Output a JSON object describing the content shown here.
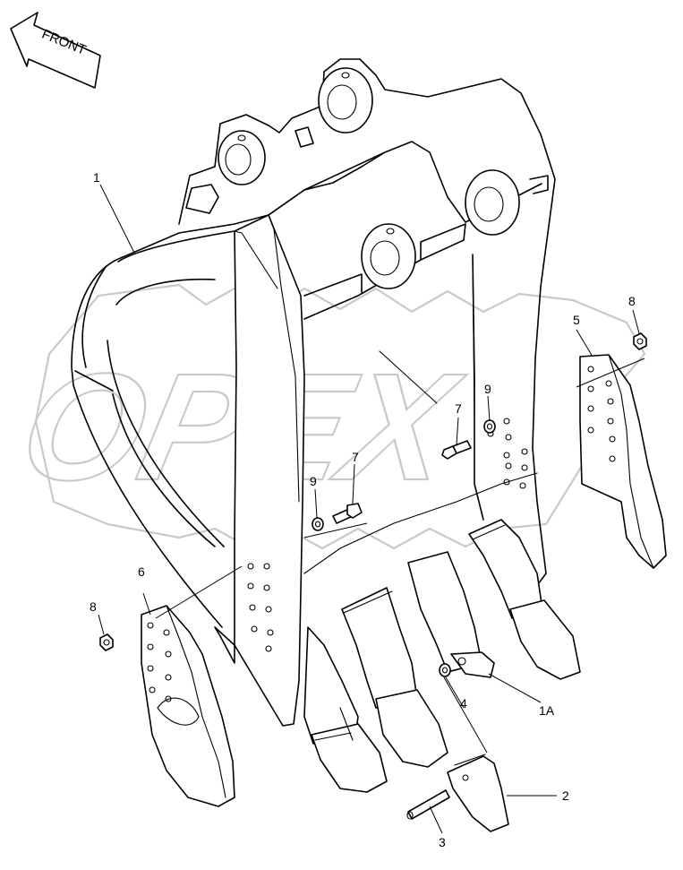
{
  "diagram": {
    "direction_label": "FRONT",
    "watermark": "OPEX",
    "callouts": {
      "bucket": "1",
      "tooth": "2",
      "pin": "3",
      "washer_lock": "4",
      "side_cutter_right": "5",
      "side_cutter_left": "6",
      "bolt_right": "7",
      "bolt_left": "7",
      "nut_right": "8",
      "nut_left": "8",
      "washer_right": "9",
      "washer_left": "9",
      "adapter": "1A"
    }
  }
}
